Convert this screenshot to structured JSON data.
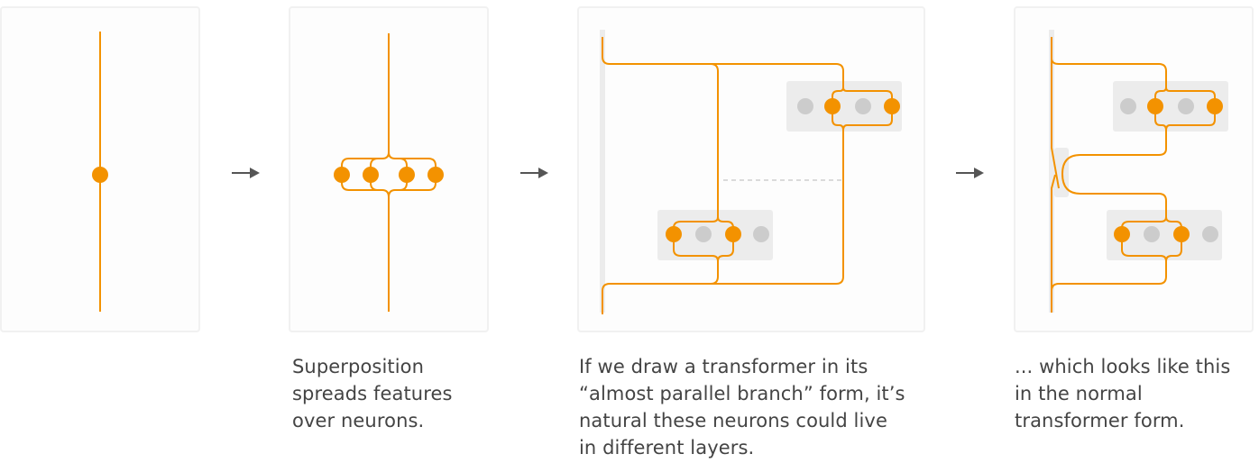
{
  "figure": {
    "colors": {
      "feature_line": "#f39200",
      "active_neuron": "#f39200",
      "inactive_neuron": "#cccccc",
      "layer_box": "#ececec",
      "residual_bar": "#ececec",
      "arrow": "#555555",
      "caption_text": "#444444",
      "panel_bg": "#fdfdfd",
      "panel_border": "#f1f1f1"
    },
    "panels": [
      {
        "id": "single-neuron",
        "description": "A single feature represented by one neuron",
        "neurons": [
          {
            "state": "active"
          }
        ],
        "caption_lines": []
      },
      {
        "id": "superposition",
        "description": "Feature spread over four neurons",
        "neurons": [
          {
            "state": "active"
          },
          {
            "state": "active"
          },
          {
            "state": "active"
          },
          {
            "state": "active"
          }
        ],
        "caption_lines": [
          "Superposition",
          "spreads features",
          "over neurons."
        ]
      },
      {
        "id": "parallel-branch",
        "description": "Transformer in almost parallel branch form with two layers",
        "layers": [
          {
            "name": "upper-layer",
            "neurons": [
              {
                "state": "inactive"
              },
              {
                "state": "active"
              },
              {
                "state": "inactive"
              },
              {
                "state": "active"
              }
            ]
          },
          {
            "name": "lower-layer",
            "neurons": [
              {
                "state": "active"
              },
              {
                "state": "inactive"
              },
              {
                "state": "active"
              },
              {
                "state": "inactive"
              }
            ]
          }
        ],
        "caption_lines": [
          "If we draw a transformer in its",
          "“almost parallel branch” form, it’s",
          "natural these neurons could live",
          "in different layers."
        ]
      },
      {
        "id": "normal-transformer",
        "description": "Same structure in the normal serial transformer form",
        "layers": [
          {
            "name": "upper-layer",
            "neurons": [
              {
                "state": "inactive"
              },
              {
                "state": "active"
              },
              {
                "state": "inactive"
              },
              {
                "state": "active"
              }
            ]
          },
          {
            "name": "lower-layer",
            "neurons": [
              {
                "state": "active"
              },
              {
                "state": "inactive"
              },
              {
                "state": "active"
              },
              {
                "state": "inactive"
              }
            ]
          }
        ],
        "caption_lines": [
          "... which looks like this",
          "in the normal",
          "transformer form."
        ]
      }
    ],
    "arrows": [
      {
        "from": "single-neuron",
        "to": "superposition",
        "icon": "right-arrow-icon"
      },
      {
        "from": "superposition",
        "to": "parallel-branch",
        "icon": "right-arrow-icon"
      },
      {
        "from": "parallel-branch",
        "to": "normal-transformer",
        "icon": "right-arrow-icon"
      }
    ]
  }
}
